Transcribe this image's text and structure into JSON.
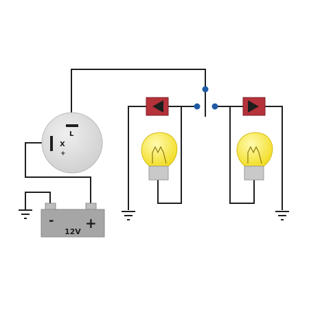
{
  "flasher": {
    "terminal_l": "L",
    "terminal_x": "X",
    "terminal_x_polarity": "+"
  },
  "battery": {
    "negative_label": "-",
    "positive_label": "+",
    "voltage_label": "12V"
  },
  "indicator_left": {
    "icon": "arrow-left-icon"
  },
  "indicator_right": {
    "icon": "arrow-right-icon"
  },
  "colors": {
    "flasher_body": "#d9d9d9",
    "battery_body": "#a6a6a6",
    "indicator_box": "#b5323a",
    "bulb_glass": "#f7ea3f",
    "bulb_base": "#c9c9c9",
    "switch_contact": "#1f5aa5",
    "wire": "#1e1e1e"
  }
}
